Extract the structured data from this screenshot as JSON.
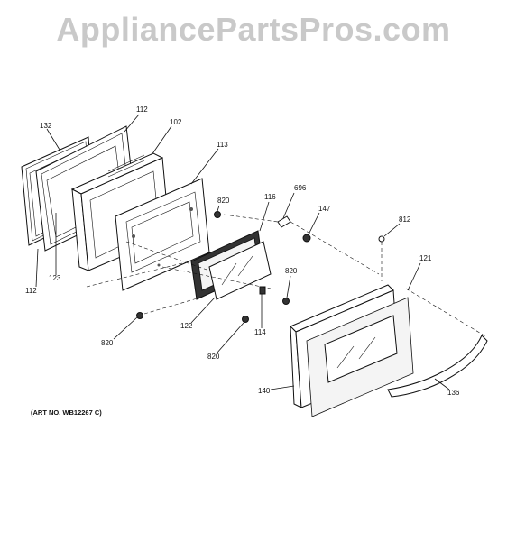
{
  "watermark": "AppliancePartsPros.com",
  "art_number": "(ART NO. WB12267 C)",
  "callouts": {
    "c132": "132",
    "c112_top": "112",
    "c102": "102",
    "c113": "113",
    "c820_a": "820",
    "c116": "116",
    "c696": "696",
    "c147": "147",
    "c812": "812",
    "c121": "121",
    "c820_b": "820",
    "c112_bottom": "112",
    "c123": "123",
    "c122": "122",
    "c114": "114",
    "c820_c": "820",
    "c820_d": "820",
    "c140": "140",
    "c136": "136"
  }
}
